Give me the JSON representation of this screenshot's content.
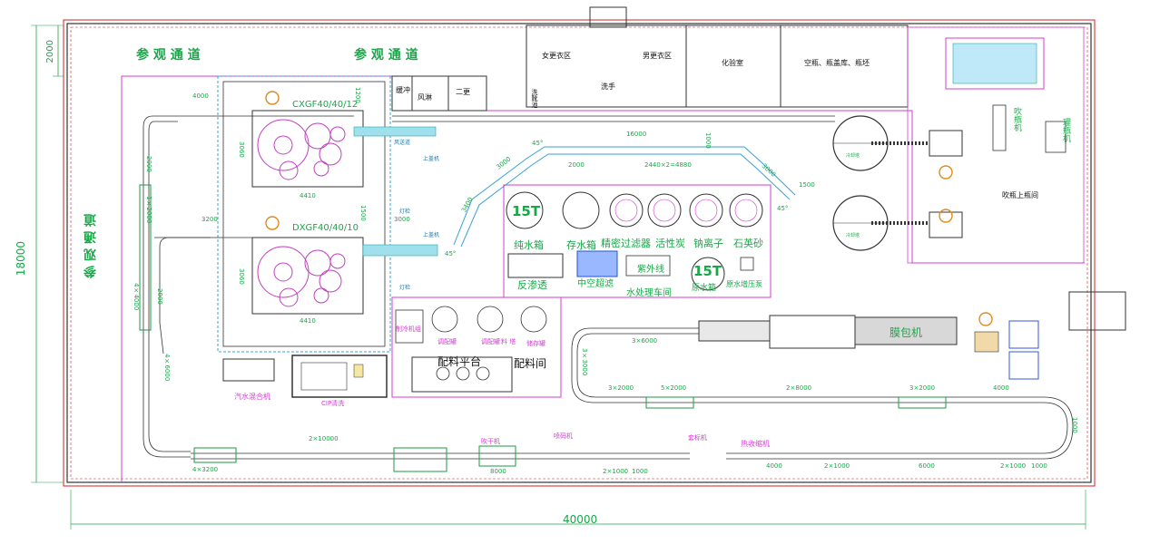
{
  "dimensions": {
    "overall_width": "40000",
    "overall_height": "18000",
    "top_margin": "2000",
    "d4000_top": "4000",
    "d1200": "1200",
    "d3060_a": "3060",
    "d3060_b": "3060",
    "d4410_a": "4410",
    "d4410_b": "4410",
    "d3200": "3200",
    "d1500": "1500",
    "d3000_mid": "3000",
    "d2000_left": "2000",
    "d1_2000": "1×2000",
    "d4_4000": "4×4000",
    "d2000_mid": "2000",
    "d4_6000": "4×6000",
    "d16000": "16000",
    "d1000": "1000",
    "d2000_conv": "2000",
    "d2440": "2440×2=4880",
    "d3000_diag": "3000",
    "d3000_right": "3000",
    "d1500_right": "1500",
    "d3400": "3400",
    "d45_a": "45°",
    "d45_b": "45°",
    "d45_c": "45°",
    "d3_6000": "3×6000",
    "d3_3000": "3×3000",
    "d3_2000_a": "3×2000",
    "d5_2000": "5×2000",
    "d2_8000": "2×8000",
    "d3_2000_b": "3×2000",
    "d4000_right": "4000",
    "d2_10000": "2×10000",
    "d4_3200": "4×3200",
    "d8000": "8000",
    "d2_1000_a": "2×1000",
    "d1000_b": "1000",
    "d4000_bottom": "4000",
    "d2_1000_b": "2×1000",
    "d6000": "6000",
    "d2_1000_c": "2×1000",
    "d1000_c": "1000",
    "d1000_r": "1000"
  },
  "labels": {
    "visit_top_left": "参 观 通 道",
    "visit_top_mid": "参 观 通 道",
    "visit_left": "参 观 通 道",
    "female_locker": "女更衣区",
    "male_locker": "男更衣区",
    "hand_wash": "洗手",
    "shoe_wash": "洗靴池",
    "lab": "化验室",
    "storage": "空瓶、瓶盖库、瓶坯",
    "blow_room": "吹瓶上瓶间",
    "buffer": "缓冲",
    "air_shower": "风淋",
    "second_change": "二更",
    "blow_machine_a": "吹瓶机",
    "blow_machine_b": "理瓶机",
    "filler_1": "CXGF40/40/12",
    "filler_2": "DXGF40/40/10",
    "conveyor_a": "风送道",
    "cap_machine_a": "上盖机",
    "cap_machine_b": "上盖机",
    "lamp_a": "灯检",
    "lamp_b": "灯检",
    "tank_a_num": "15T",
    "pure_water": "纯水箱",
    "storage_tank": "存水箱",
    "precision_filter": "精密过滤器",
    "carbon": "活性炭",
    "sodium": "钠离子",
    "quartz": "石英砂",
    "ro": "反渗透",
    "uf": "中空超滤",
    "uv": "紫外线",
    "tank_b_num": "15T",
    "raw_tank": "原水箱",
    "booster": "原水增压泵",
    "water_room": "水处理车间",
    "blower_a": "冷却塔",
    "blower_b": "冷却塔",
    "shrink": "膜包机",
    "carbon_mixer": "汽水混合机",
    "cip": "CIP清洗",
    "cooler": "制冷机组",
    "mix_tank_a": "调配罐",
    "mix_tank_b": "调配罐",
    "mix_tank_c": "储存罐",
    "material": "料 塔",
    "batch_platform": "配料平台",
    "batch_room": "配料间",
    "dryer": "吹干机",
    "inkjet": "喷码机",
    "labeler": "套标机",
    "heat_shrink": "热收缩机"
  }
}
